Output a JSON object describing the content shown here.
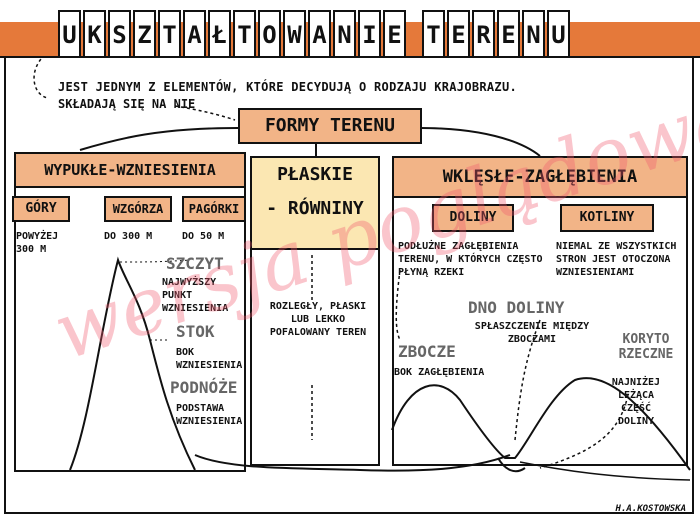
{
  "title_letters": [
    "U",
    "K",
    "S",
    "Z",
    "T",
    "A",
    "Ł",
    "T",
    "O",
    "W",
    "A",
    "N",
    "I",
    "E",
    "",
    "T",
    "E",
    "R",
    "E",
    "N",
    "U"
  ],
  "intro_line1": "Jest jednym z elementów, które decydują o rodzaju krajobrazu.",
  "intro_line2": "Składają się na nie",
  "forms_header": "Formy terenu",
  "convex": {
    "header": "Wypukłe-wzniesienia",
    "categories": [
      {
        "name": "Góry",
        "desc": "Powyżej 300 m"
      },
      {
        "name": "Wzgórza",
        "desc": "do 300 m"
      },
      {
        "name": "Pagórki",
        "desc": "do 50 m"
      }
    ],
    "parts": [
      {
        "name": "Szczyt",
        "desc": "najwyższy punkt wzniesienia"
      },
      {
        "name": "Stok",
        "desc": "bok wzniesienia"
      },
      {
        "name": "Podnóże",
        "desc": "podstawa wzniesienia"
      }
    ]
  },
  "flat": {
    "header_line1": "Płaskie",
    "header_line2": "- równiny",
    "desc": "Rozległy, płaski lub lekko pofalowany teren"
  },
  "concave": {
    "header": "Wklęsłe-zagłębienia",
    "categories": [
      {
        "name": "Doliny",
        "desc": "Podłużne zagłębienia terenu, w których często płyną rzeki"
      },
      {
        "name": "Kotliny",
        "desc": "niemal ze wszystkich stron jest otoczona wzniesieniami"
      }
    ],
    "parts": [
      {
        "name": "Dno doliny",
        "desc": "spłaszczenie między zboczami"
      },
      {
        "name": "Zbocze",
        "desc": "bok zagłębienia"
      },
      {
        "name": "Koryto rzeczne",
        "desc": "najniżej leżąca część doliny"
      }
    ]
  },
  "watermark": "wersja poglądowa",
  "signature": "H.A.Kostowska",
  "colors": {
    "orange": "#e5793a",
    "light_orange": "#f2b487",
    "cream": "#fbe7b2",
    "watermark": "#f05a6e"
  }
}
